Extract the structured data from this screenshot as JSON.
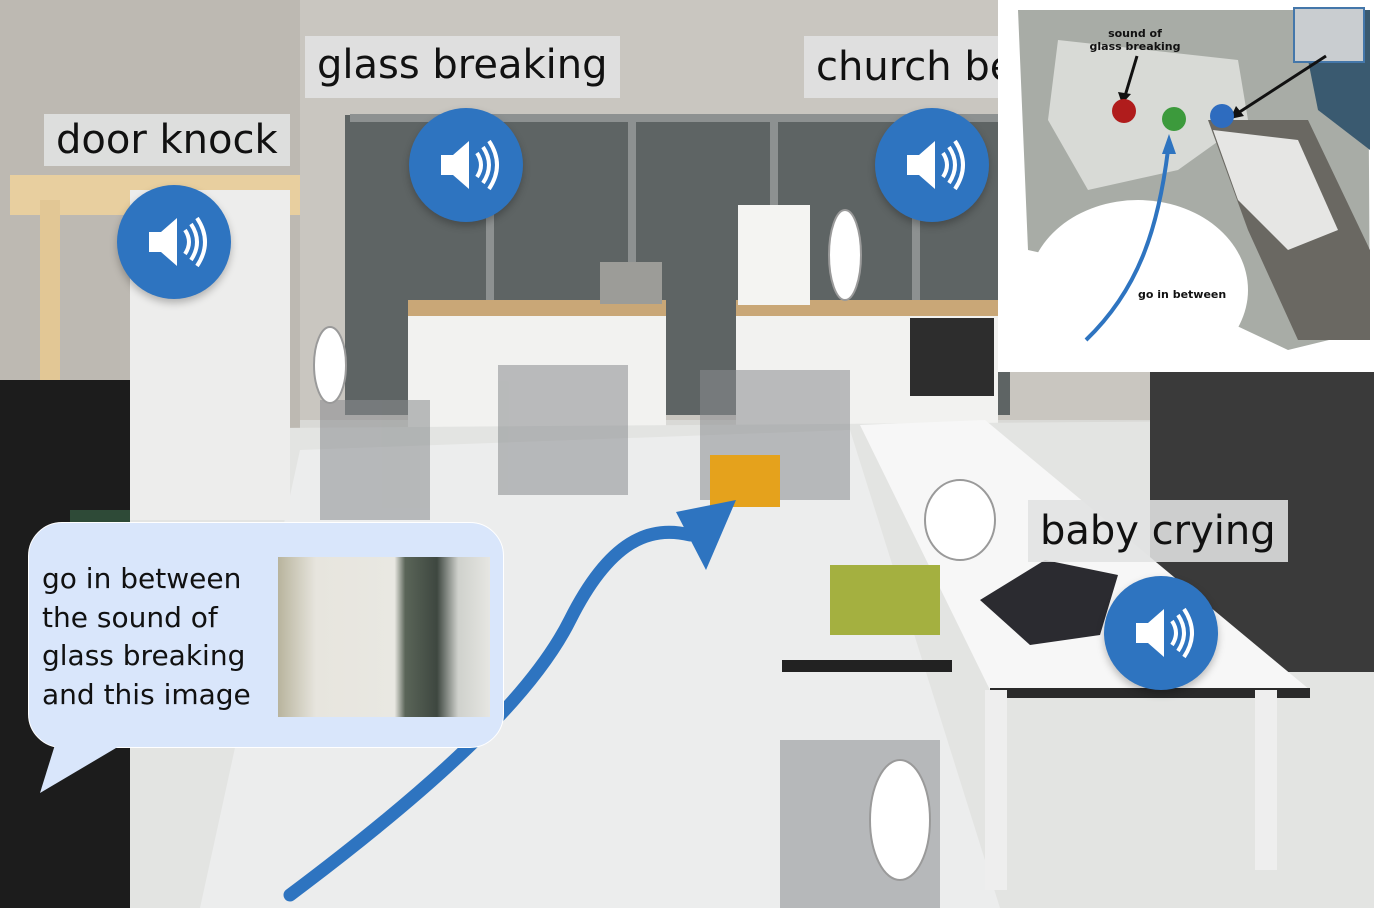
{
  "labels": {
    "door_knock": "door knock",
    "glass_breaking": "glass breaking",
    "church_bell": "church bell",
    "baby_crying": "baby crying"
  },
  "speech_bubble": {
    "lines": [
      "go in between",
      "the sound of",
      "glass breaking",
      "and this image"
    ]
  },
  "map_inset": {
    "sound_label_line1": "sound of",
    "sound_label_line2": "glass breaking",
    "path_label": "go in between",
    "dot_colors": {
      "sound": "#b01c1c",
      "goal": "#3c9a3c",
      "image": "#2e6cbf"
    }
  },
  "colors": {
    "accent_blue": "#2e74c0",
    "bubble_fill": "#d9e6fb"
  },
  "icons": [
    "speaker-icon",
    "arrow-icon"
  ]
}
